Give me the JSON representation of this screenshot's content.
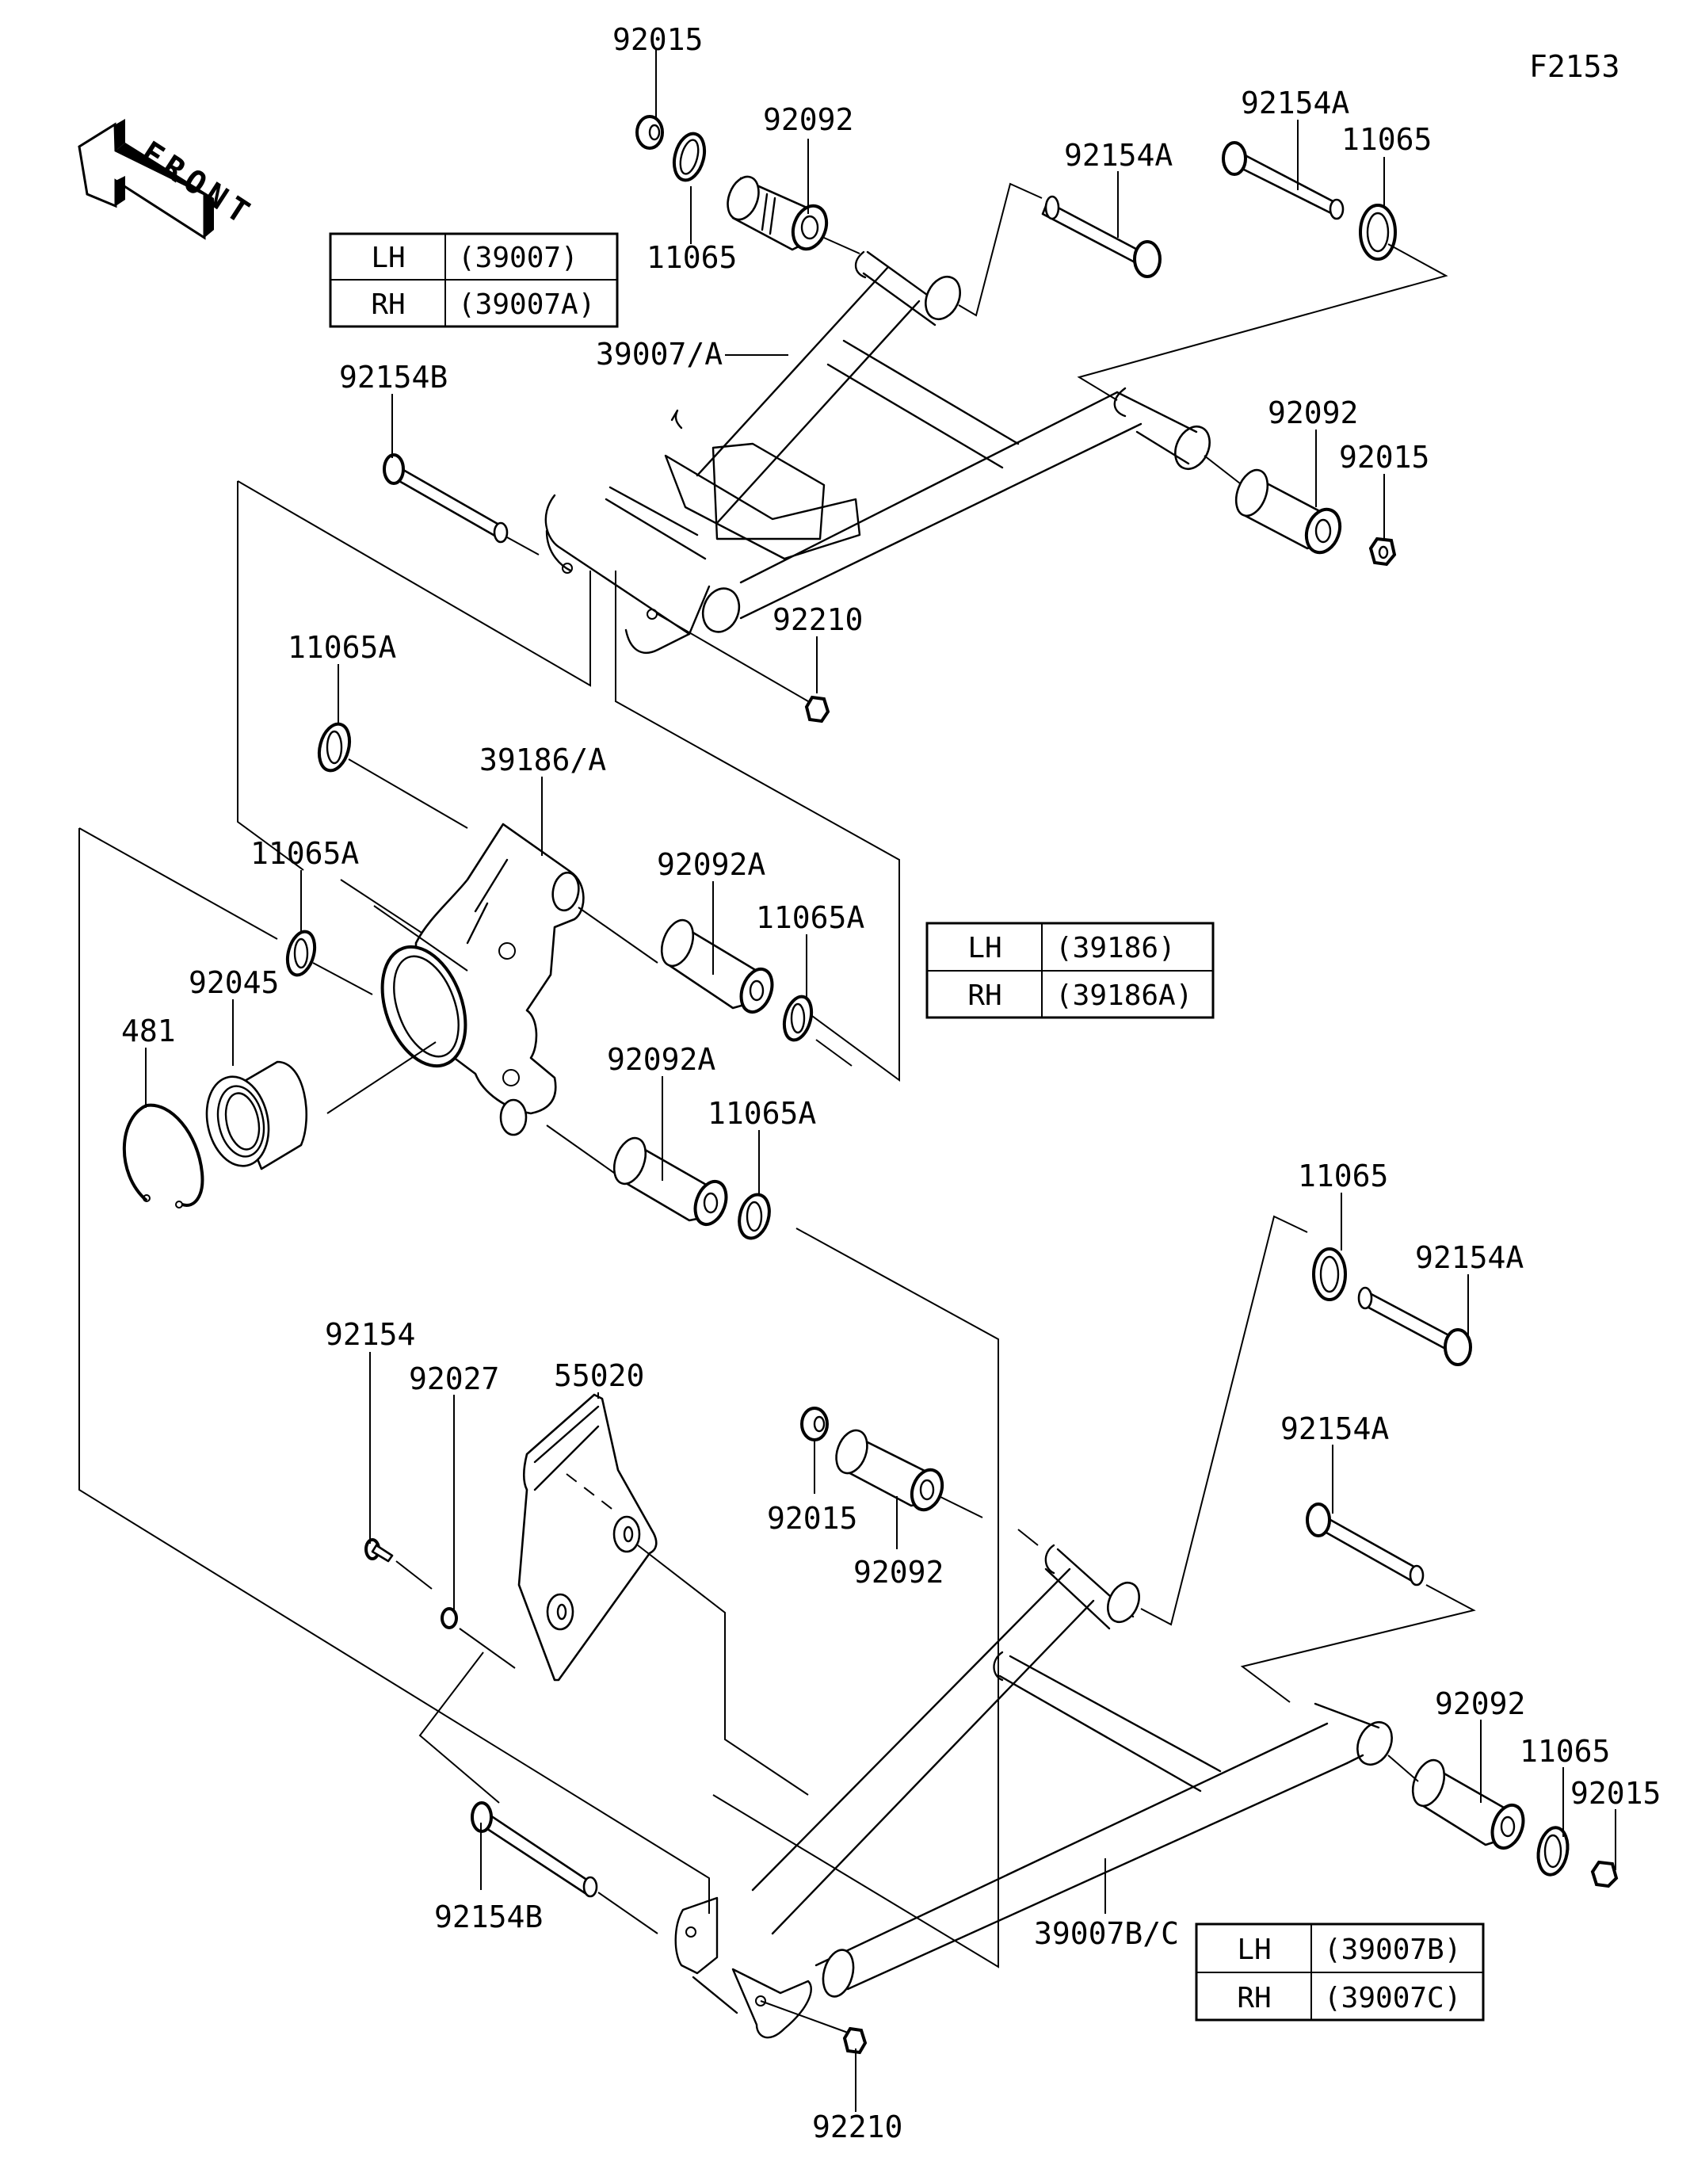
{
  "diagram": {
    "figure_id": "F2153",
    "front_arrow_text": "FRONT",
    "callouts": [
      {
        "id": "c-92015-a",
        "label": "92015"
      },
      {
        "id": "c-11065-a",
        "label": "11065"
      },
      {
        "id": "c-92092-a",
        "label": "92092"
      },
      {
        "id": "c-92154A-a",
        "label": "92154A"
      },
      {
        "id": "c-92154A-b",
        "label": "92154A"
      },
      {
        "id": "c-11065-b",
        "label": "11065"
      },
      {
        "id": "c-39007A",
        "label": "39007/A"
      },
      {
        "id": "c-92154B-a",
        "label": "92154B"
      },
      {
        "id": "c-92092-b",
        "label": "92092"
      },
      {
        "id": "c-92015-b",
        "label": "92015"
      },
      {
        "id": "c-92210-a",
        "label": "92210"
      },
      {
        "id": "c-11065A-a",
        "label": "11065A"
      },
      {
        "id": "c-39186A",
        "label": "39186/A"
      },
      {
        "id": "c-11065A-b",
        "label": "11065A"
      },
      {
        "id": "c-92092A-a",
        "label": "92092A"
      },
      {
        "id": "c-11065A-c",
        "label": "11065A"
      },
      {
        "id": "c-92045",
        "label": "92045"
      },
      {
        "id": "c-481",
        "label": "481"
      },
      {
        "id": "c-92092A-b",
        "label": "92092A"
      },
      {
        "id": "c-11065A-d",
        "label": "11065A"
      },
      {
        "id": "c-11065-c",
        "label": "11065"
      },
      {
        "id": "c-92154A-c",
        "label": "92154A"
      },
      {
        "id": "c-92154",
        "label": "92154"
      },
      {
        "id": "c-92027",
        "label": "92027"
      },
      {
        "id": "c-55020",
        "label": "55020"
      },
      {
        "id": "c-92015-c",
        "label": "92015"
      },
      {
        "id": "c-92092-c",
        "label": "92092"
      },
      {
        "id": "c-92154A-d",
        "label": "92154A"
      },
      {
        "id": "c-92092-d",
        "label": "92092"
      },
      {
        "id": "c-11065-d",
        "label": "11065"
      },
      {
        "id": "c-92015-d",
        "label": "92015"
      },
      {
        "id": "c-92154B-b",
        "label": "92154B"
      },
      {
        "id": "c-39007BC",
        "label": "39007B/C"
      },
      {
        "id": "c-92210-b",
        "label": "92210"
      }
    ],
    "side_tables": [
      {
        "rows": [
          {
            "side": "LH",
            "part": "(39007)"
          },
          {
            "side": "RH",
            "part": "(39007A)"
          }
        ]
      },
      {
        "rows": [
          {
            "side": "LH",
            "part": "(39186)"
          },
          {
            "side": "RH",
            "part": "(39186A)"
          }
        ]
      },
      {
        "rows": [
          {
            "side": "LH",
            "part": "(39007B)"
          },
          {
            "side": "RH",
            "part": "(39007C)"
          }
        ]
      }
    ]
  }
}
